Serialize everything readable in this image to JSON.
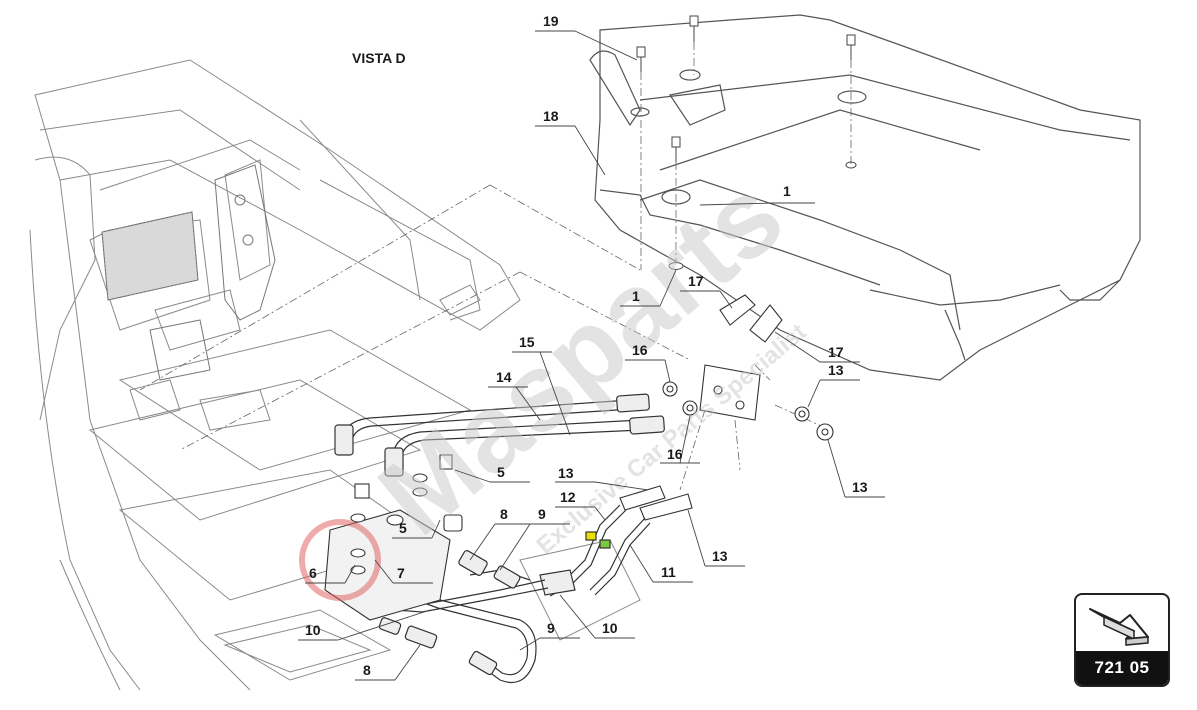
{
  "view_title": "VISTA D",
  "watermark": {
    "brand": "Masparts",
    "tagline": "Exclusive Car Parts Specialist",
    "color": "#c8c8c8",
    "logo_color": "#e05a5a"
  },
  "callouts": [
    "19",
    "18",
    "1",
    "1",
    "17",
    "17",
    "16",
    "16",
    "15",
    "14",
    "13",
    "13",
    "13",
    "13",
    "12",
    "11",
    "10",
    "10",
    "9",
    "9",
    "8",
    "8",
    "7",
    "6",
    "5",
    "5"
  ],
  "page_badge": {
    "code": "721 05",
    "icon": "view-arrow-icon"
  },
  "colors": {
    "line": "#555555",
    "text": "#1a1a1a",
    "badge_bg": "#111111",
    "fitting_highlight": "#e8e000",
    "fitting_green": "#7ac943"
  }
}
